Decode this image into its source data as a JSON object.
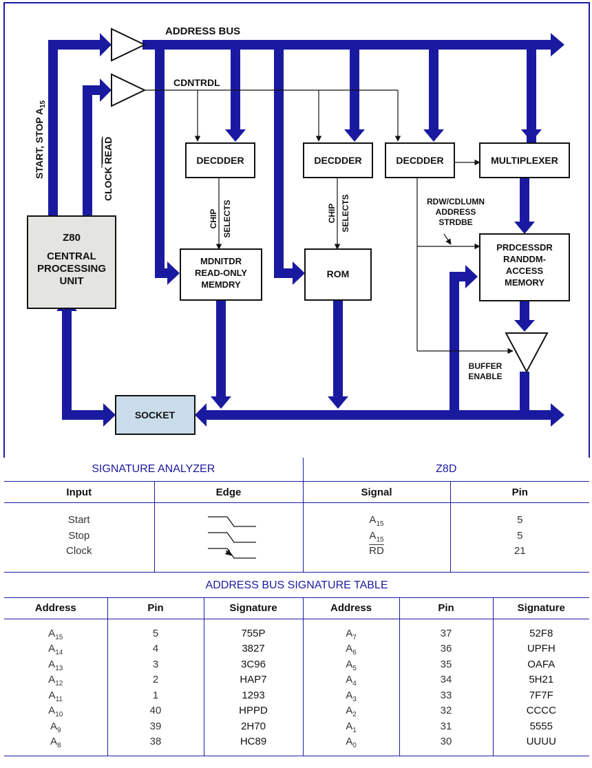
{
  "diagram": {
    "labels": {
      "address_bus": "ADDRESS BUS",
      "control": "CDNTRDL",
      "start_stop": "START, STOP A",
      "start_stop_sub": "15",
      "clock": "CLOCK",
      "read": "READ",
      "cpu_1": "Z80",
      "cpu_2": "CENTRAL",
      "cpu_3": "PROCESSING",
      "cpu_4": "UNIT",
      "decoder_1": "DECDDER",
      "decoder_2": "DECDDER",
      "decoder_3": "DECDDER",
      "multiplexer": "MULTIPLEXER",
      "chip_1": "CHIP",
      "selects_1": "SELECTS",
      "chip_2": "CHIP",
      "selects_2": "SELECTS",
      "monitor_1": "MDNITDR",
      "monitor_2": "READ-ONLY",
      "monitor_3": "MEMDRY",
      "rom": "ROM",
      "ram_1": "PRDCESSDR",
      "ram_2": "RANDDM-",
      "ram_3": "ACCESS",
      "ram_4": "MEMORY",
      "strobe_1": "RDW/CDLUMN",
      "strobe_2": "ADDRESS",
      "strobe_3": "STRDBE",
      "buffer_1": "BUFFER",
      "buffer_2": "ENABLE",
      "socket": "SOCKET"
    },
    "colors": {
      "bus": "#1a1aa0",
      "cpu_fill": "#e4e4e0",
      "socket_fill": "#c8dcea",
      "border": "#1a1aa0"
    }
  },
  "signature_analyzer": {
    "title": "SIGNATURE ANALYZER",
    "z80_title": "Z8D",
    "headers": {
      "input": "Input",
      "edge": "Edge",
      "signal": "Signal",
      "pin": "Pin"
    },
    "rows": [
      {
        "input": "Start",
        "edge": "falling",
        "signal": "A",
        "signal_sub": "15",
        "overline": false,
        "pin": "5"
      },
      {
        "input": "Stop",
        "edge": "falling",
        "signal": "A",
        "signal_sub": "15",
        "overline": false,
        "pin": "5"
      },
      {
        "input": "Clock",
        "edge": "falling-arrow",
        "signal": "RD",
        "signal_sub": "",
        "overline": true,
        "pin": "21"
      }
    ]
  },
  "address_table": {
    "title": "ADDRESS BUS SIGNATURE TABLE",
    "headers": {
      "address": "Address",
      "pin": "Pin",
      "signature": "Signature"
    },
    "left": [
      {
        "address": "A",
        "sub": "15",
        "pin": "5",
        "signature": "755P"
      },
      {
        "address": "A",
        "sub": "14",
        "pin": "4",
        "signature": "3827"
      },
      {
        "address": "A",
        "sub": "13",
        "pin": "3",
        "signature": "3C96"
      },
      {
        "address": "A",
        "sub": "12",
        "pin": "2",
        "signature": "HAP7"
      },
      {
        "address": "A",
        "sub": "11",
        "pin": "1",
        "signature": "1293"
      },
      {
        "address": "A",
        "sub": "10",
        "pin": "40",
        "signature": "HPPD"
      },
      {
        "address": "A",
        "sub": "9",
        "pin": "39",
        "signature": "2H70"
      },
      {
        "address": "A",
        "sub": "8",
        "pin": "38",
        "signature": "HC89"
      }
    ],
    "right": [
      {
        "address": "A",
        "sub": "7",
        "pin": "37",
        "signature": "52F8"
      },
      {
        "address": "A",
        "sub": "6",
        "pin": "36",
        "signature": "UPFH"
      },
      {
        "address": "A",
        "sub": "5",
        "pin": "35",
        "signature": "OAFA"
      },
      {
        "address": "A",
        "sub": "4",
        "pin": "34",
        "signature": "5H21"
      },
      {
        "address": "A",
        "sub": "3",
        "pin": "33",
        "signature": "7F7F"
      },
      {
        "address": "A",
        "sub": "2",
        "pin": "32",
        "signature": "CCCC"
      },
      {
        "address": "A",
        "sub": "1",
        "pin": "31",
        "signature": "5555"
      },
      {
        "address": "A",
        "sub": "0",
        "pin": "30",
        "signature": "UUUU"
      }
    ]
  }
}
